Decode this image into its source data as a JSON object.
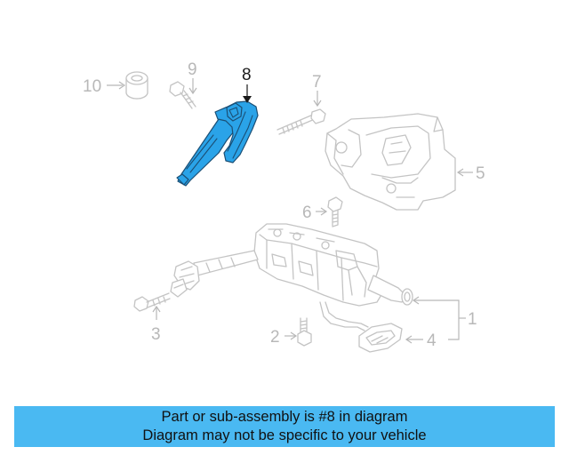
{
  "diagram": {
    "highlighted_part": "8",
    "callouts": {
      "c1": "1",
      "c2": "2",
      "c3": "3",
      "c4": "4",
      "c5": "5",
      "c6": "6",
      "c7": "7",
      "c8": "8",
      "c9": "9",
      "c10": "10"
    }
  },
  "banner": {
    "line1": "Part or sub-assembly is #8 in diagram",
    "line2": "Diagram may not be specific to your vehicle"
  },
  "colors": {
    "highlight": "#2aa3e8",
    "banner_background": "#4ab9f2",
    "ghost_line": "#c4c4c4"
  }
}
